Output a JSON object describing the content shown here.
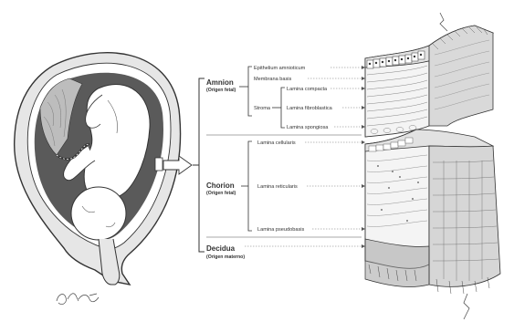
{
  "diagram": {
    "groups": [
      {
        "title": "Amnion",
        "subtitle": "(Origen fetal)",
        "layers": [
          {
            "label": "Epithelium amnioticum"
          },
          {
            "label": "Membrana basis"
          },
          {
            "label": "Stroma"
          }
        ],
        "stroma_layers": [
          {
            "label": "Lamina compacta"
          },
          {
            "label": "Lamina fibroblastica"
          },
          {
            "label": "Lamina spongiosa"
          }
        ]
      },
      {
        "title": "Chorion",
        "subtitle": "(Origen fetal)",
        "layers": [
          {
            "label": "Lamina cellularis"
          },
          {
            "label": "Lamina reticularis"
          },
          {
            "label": "Lamina pseudobasis"
          }
        ]
      },
      {
        "title": "Decidua",
        "subtitle": "(Origen materno)"
      }
    ],
    "signature": "Ojeda Sosa",
    "colors": {
      "line": "#333333",
      "amniotic_fluid": "#5a5a5a",
      "tissue_light": "#f4f4f4",
      "tissue_mid": "#d6d6d6",
      "tissue_dark": "#9a9a9a"
    }
  }
}
